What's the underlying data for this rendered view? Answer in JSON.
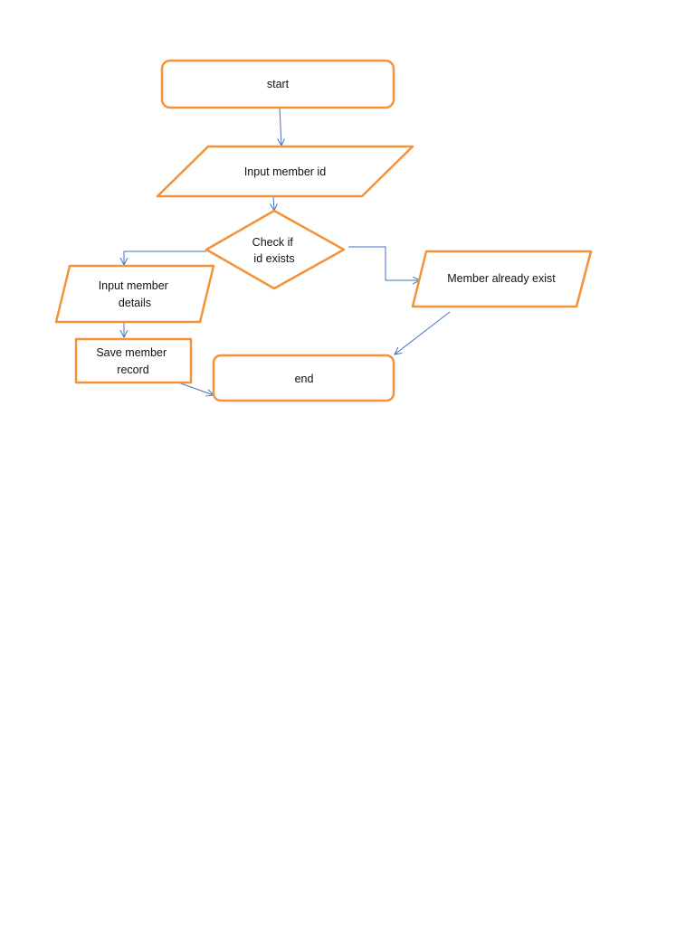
{
  "colors": {
    "shape_stroke": "#f39237",
    "connector": "#4472c4",
    "text": "#111111",
    "background": "#ffffff"
  },
  "nodes": {
    "start": {
      "lines": [
        "start"
      ],
      "shape": "rounded-rectangle"
    },
    "input_member_id": {
      "lines": [
        "Input member id"
      ],
      "shape": "parallelogram"
    },
    "check_id_exists": {
      "lines": [
        "Check if",
        "id exists"
      ],
      "shape": "diamond"
    },
    "input_member_details": {
      "lines": [
        "Input member",
        "details"
      ],
      "shape": "parallelogram"
    },
    "member_already_exist": {
      "lines": [
        "Member already exist"
      ],
      "shape": "parallelogram"
    },
    "save_member_record": {
      "lines": [
        "Save member",
        "record"
      ],
      "shape": "rectangle"
    },
    "end": {
      "lines": [
        "end"
      ],
      "shape": "rounded-rectangle"
    }
  },
  "edges": [
    {
      "from": "start",
      "to": "input_member_id"
    },
    {
      "from": "input_member_id",
      "to": "check_id_exists"
    },
    {
      "from": "check_id_exists",
      "to": "input_member_details"
    },
    {
      "from": "check_id_exists",
      "to": "member_already_exist"
    },
    {
      "from": "input_member_details",
      "to": "save_member_record"
    },
    {
      "from": "save_member_record",
      "to": "end"
    },
    {
      "from": "member_already_exist",
      "to": "end"
    }
  ]
}
